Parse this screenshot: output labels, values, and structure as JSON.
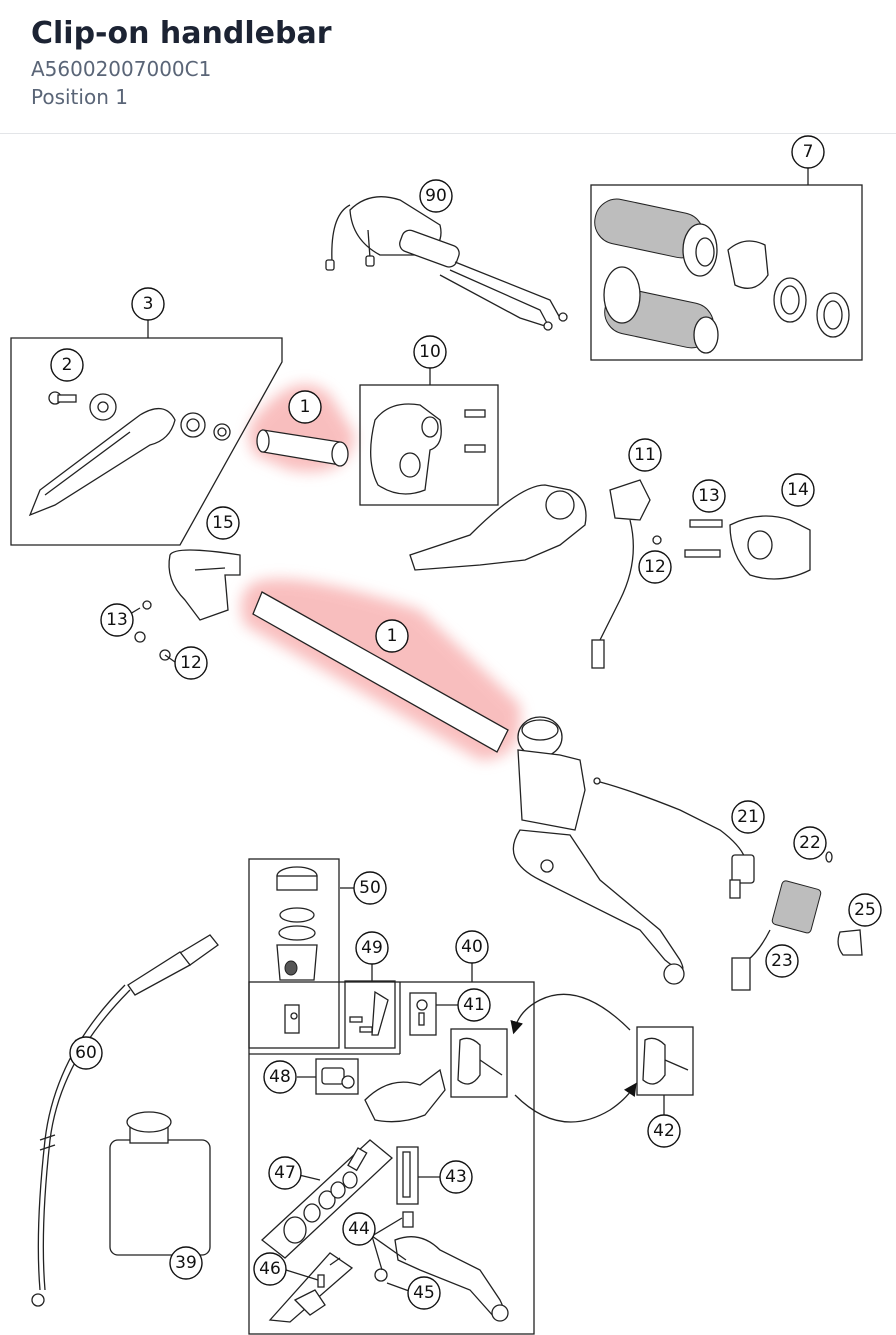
{
  "header": {
    "title": "Clip-on handlebar",
    "part_number": "A56002007000C1",
    "position": "Position 1"
  },
  "colors": {
    "title": "#1c2333",
    "subtitle": "#5a6577",
    "highlight": "#f48a8a",
    "line": "#222222"
  },
  "callouts": {
    "c90": "90",
    "c7": "7",
    "c3": "3",
    "c2": "2",
    "c10": "10",
    "c1a": "1",
    "c1b": "1",
    "c11": "11",
    "c13a": "13",
    "c14": "14",
    "c15": "15",
    "c12a": "12",
    "c13b": "13",
    "c12b": "12",
    "c21": "21",
    "c22": "22",
    "c25": "25",
    "c23": "23",
    "c50": "50",
    "c49": "49",
    "c40": "40",
    "c41": "41",
    "c42": "42",
    "c48": "48",
    "c43": "43",
    "c47": "47",
    "c44": "44",
    "c45": "45",
    "c46": "46",
    "c60": "60",
    "c39": "39"
  },
  "highlighted_part": "1"
}
